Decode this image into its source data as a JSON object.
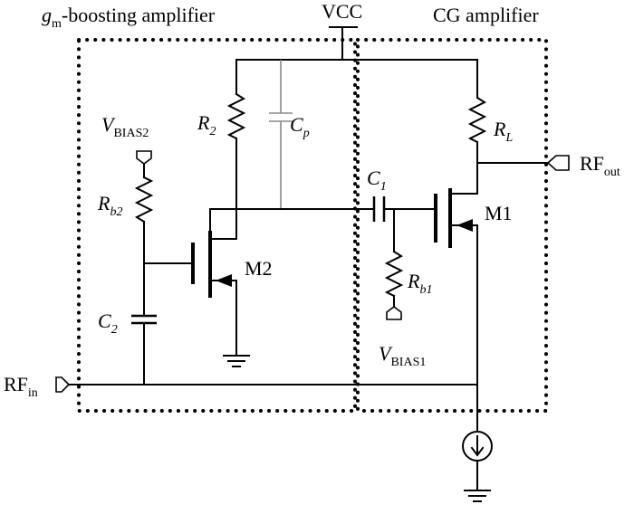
{
  "labels": {
    "title_left_g": "g",
    "title_left_g_sub": "m",
    "title_left_rest": "-boosting amplifier",
    "title_right": "CG amplifier",
    "vcc": "VCC",
    "vbias2_main": "V",
    "vbias2_sub": "BIAS2",
    "vbias1_main": "V",
    "vbias1_sub": "BIAS1",
    "rb2_main": "R",
    "rb2_sub": "b2",
    "r2_main": "R",
    "r2_sub": "2",
    "cp_main": "C",
    "cp_sub": "p",
    "c2_main": "C",
    "c2_sub": "2",
    "c1_main": "C",
    "c1_sub": "1",
    "rb1_main": "R",
    "rb1_sub": "b1",
    "rl_main": "R",
    "rl_sub": "L",
    "m1": "M1",
    "m2": "M2",
    "rfin_main": "RF",
    "rfin_sub": "in",
    "rfout_main": "RF",
    "rfout_sub": "out"
  }
}
